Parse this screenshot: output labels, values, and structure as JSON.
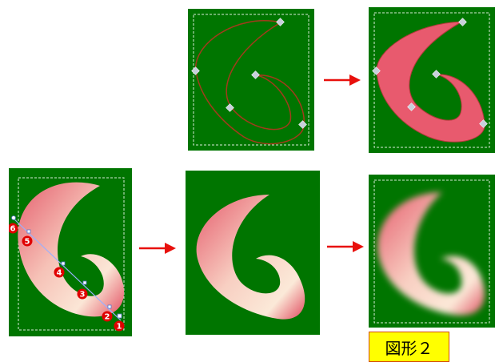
{
  "caption": "図形２",
  "gradient_markers": [
    "1",
    "2",
    "3",
    "4",
    "5",
    "6"
  ],
  "colors": {
    "background_green": "#007500",
    "dashed_border": "#ffffff",
    "outline_stroke": "#a23b1c",
    "shape_fill": "#e85a6e",
    "gradient_light": "#fbe9d8",
    "gradient_dark": "#e24d60",
    "arrow": "#e8100c",
    "marker": "#e00000",
    "caption_bg": "#ffff00"
  },
  "steps": [
    {
      "id": "outline",
      "description_icon": "path-outline"
    },
    {
      "id": "filled",
      "description_icon": "solid-fill"
    },
    {
      "id": "gradient-edit",
      "description_icon": "gradient-stops"
    },
    {
      "id": "gradient",
      "description_icon": "gradient-fill"
    },
    {
      "id": "blurred",
      "description_icon": "blur-effect"
    }
  ]
}
